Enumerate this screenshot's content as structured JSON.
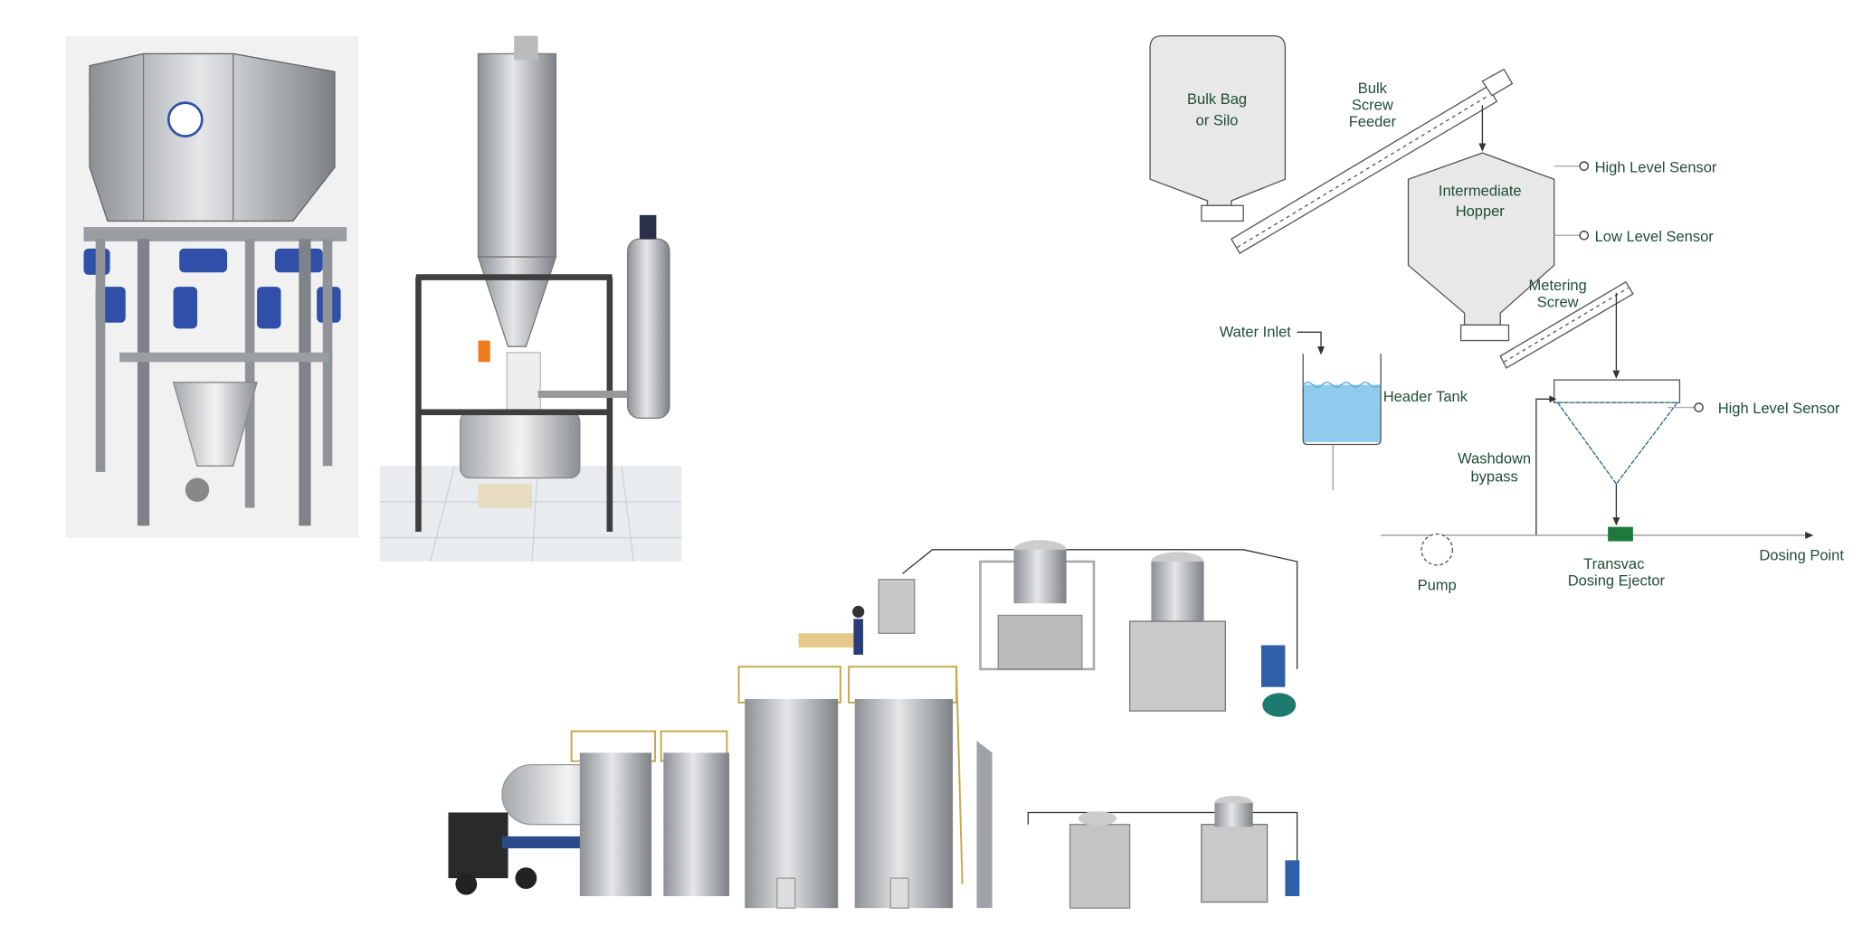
{
  "colors": {
    "label_text": "#1f4d3a",
    "water": "#8ecbed",
    "hopper_fill": "#e8e8e8",
    "ejector": "#1e7a3c",
    "motor_blue": "#2f4fa8"
  },
  "diagram": {
    "bulk_bag": [
      "Bulk Bag",
      "or Silo"
    ],
    "bulk_screw": [
      "Bulk",
      "Screw",
      "Feeder"
    ],
    "intermediate_hopper": [
      "Intermediate",
      "Hopper"
    ],
    "high_level_sensor_1": "High Level Sensor",
    "low_level_sensor": "Low Level Sensor",
    "metering_screw": [
      "Metering",
      "Screw"
    ],
    "water_inlet": "Water Inlet",
    "header_tank": "Header Tank",
    "high_level_sensor_2": "High Level Sensor",
    "washdown_bypass": [
      "Washdown",
      "bypass"
    ],
    "pump": "Pump",
    "ejector": [
      "Transvac",
      "Dosing Ejector"
    ],
    "dosing_point": "Dosing Point"
  }
}
